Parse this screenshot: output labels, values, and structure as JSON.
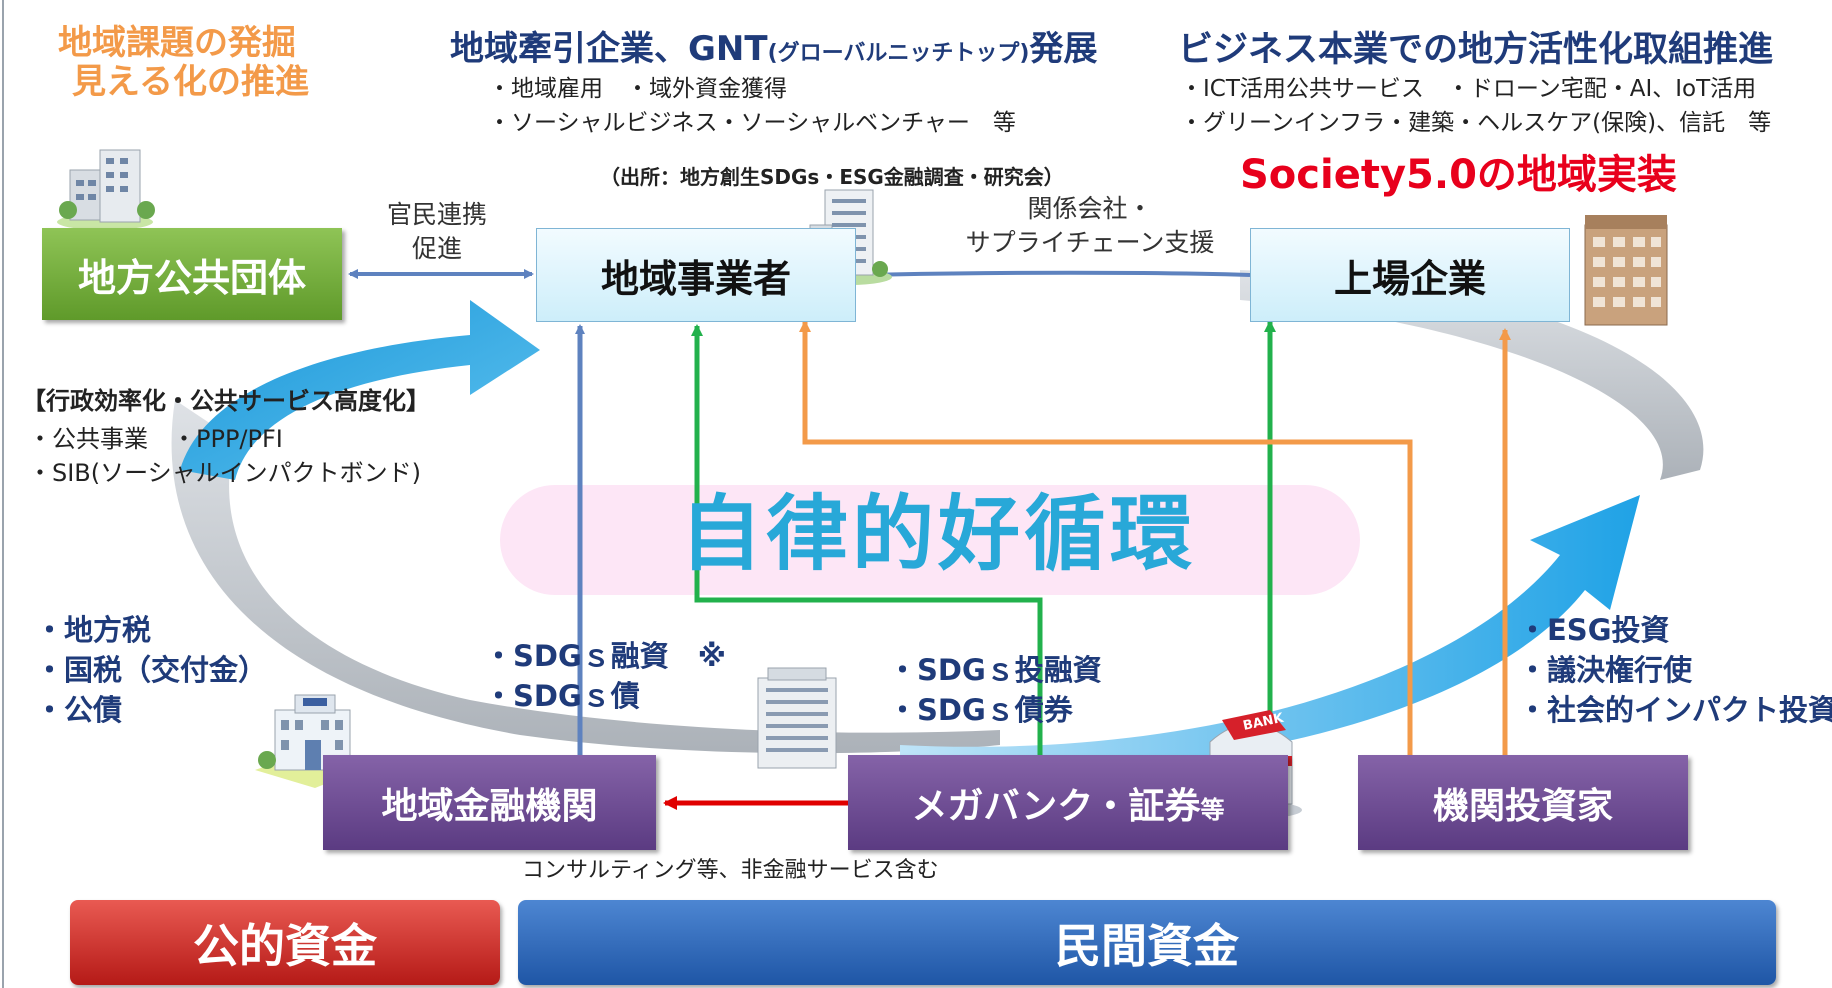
{
  "colors": {
    "orange": "#f39a49",
    "navy": "#1f3b7a",
    "red": "#e8001c",
    "green": "#5f9a2a",
    "purple": "#5b3b82",
    "cyan": "#28a8d8",
    "arrow_blue": "#5e82bf",
    "arrow_green": "#22b14c",
    "arrow_orange": "#f39a49",
    "arrow_red": "#e00000"
  },
  "top_left": {
    "line1": "地域課題の発掘",
    "line2": "見える化の推進"
  },
  "top_center": {
    "title": "地域牽引企業、GNT",
    "title_small": "(グローバルニッチトップ)",
    "title_end": "発展",
    "bullet1": "・地域雇用　・域外資金獲得",
    "bullet2": "・ソーシャルビジネス・ソーシャルベンチャー　等",
    "source": "（出所：地方創生SDGs・ESG金融調査・研究会）"
  },
  "top_right": {
    "title": "ビジネス本業での地方活性化取組推進",
    "bullet1": "・ICT活用公共サービス　・ドローン宅配・AI、IoT活用",
    "bullet2": "・グリーンインフラ・建築・ヘルスケア(保険)、信託　等",
    "society": "Society5.0の地域実装"
  },
  "nodes": {
    "local_gov": "地方公共団体",
    "local_business": "地域事業者",
    "listed_company": "上場企業",
    "regional_finance": "地域金融機関",
    "megabank": "メガバンク・証券",
    "megabank_suffix": "等",
    "institutional": "機関投資家"
  },
  "edge_labels": {
    "public_private_1": "官民連携",
    "public_private_2": "促進",
    "affiliates_1": "関係会社・",
    "affiliates_2": "サプライチェーン支援",
    "consulting": "コンサルティング等、非金融サービス含む"
  },
  "admin_box": {
    "title": "【行政効率化・公共サービス高度化】",
    "bullet1": "・公共事業　・PPP/PFI",
    "bullet2": "・SIB(ソーシャルインパクトボンド)"
  },
  "center_label": "自律的好循環",
  "lists": {
    "public_funding": [
      "・地方税",
      "・国税（交付金）",
      "・公債"
    ],
    "regional_instruments": [
      "・SDGｓ融資　※",
      "・SDGｓ債"
    ],
    "mega_instruments": [
      "・SDGｓ投融資",
      "・SDGｓ債券"
    ],
    "investor_actions": [
      "・ESG投資",
      "・議決権行使",
      "・社会的インパクト投資"
    ]
  },
  "bottom_bars": {
    "public": "公的資金",
    "private": "民間資金"
  },
  "icons": [
    "government-building-icon",
    "office-building-icon",
    "city-hall-icon",
    "office-tower-icon",
    "skyscraper-icon",
    "bank-icon"
  ]
}
